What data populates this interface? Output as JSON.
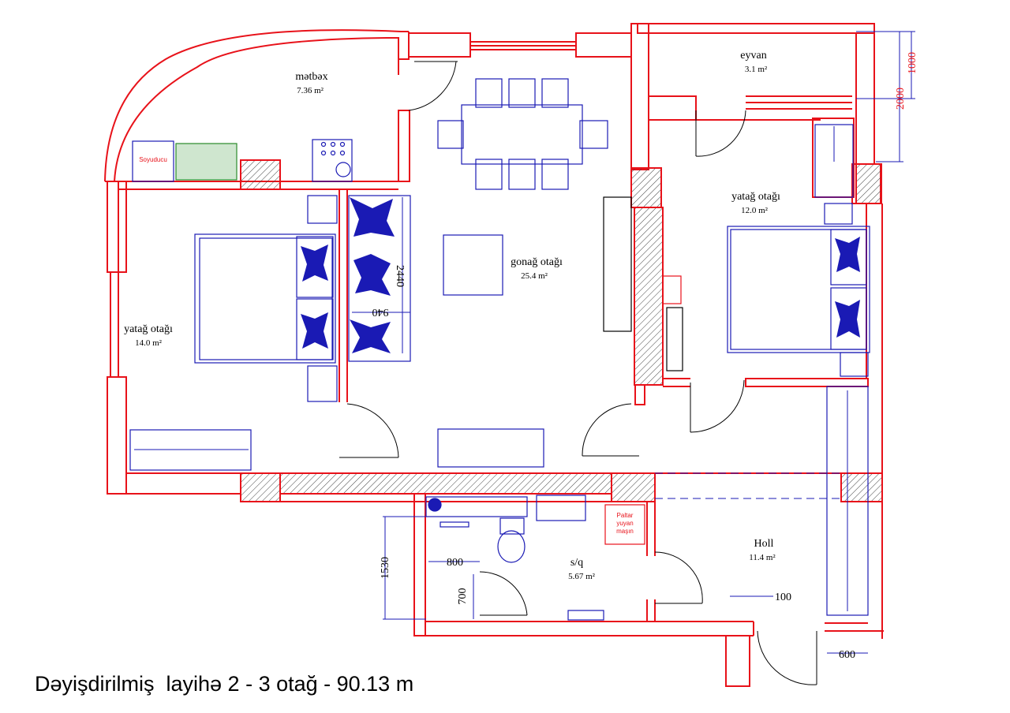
{
  "title": "Dəyişdirilmiş  layihə 2 - 3 otağ - 90.13 m",
  "rooms": {
    "kitchen": {
      "name": "mətbəx",
      "area": "7.36 m²"
    },
    "balcony": {
      "name": "eyvan",
      "area": "3.1 m²"
    },
    "bedroom_right": {
      "name": "yatağ otağı",
      "area": "12.0 m²"
    },
    "living": {
      "name": "gonağ otağı",
      "area": "25.4 m²"
    },
    "bedroom_left": {
      "name": "yatağ otağı",
      "area": "14.0 m²"
    },
    "bathroom": {
      "name": "s/q",
      "area": "5.67 m²"
    },
    "hall": {
      "name": "Holl",
      "area": "11.4 m²"
    }
  },
  "fixtures": {
    "fridge": "Soyuducu",
    "washer_line1": "Paltar",
    "washer_line2": "yuyan",
    "washer_line3": "maşın"
  },
  "dimensions": {
    "d1000": "1000",
    "d2000": "2000",
    "d2440": "2440",
    "d940": "940",
    "d1530": "1530",
    "d800": "800",
    "d700": "700",
    "d100": "100",
    "d600": "600"
  },
  "colors": {
    "wall": "#e8121a",
    "furniture": "#1a1ab4",
    "text": "#000000"
  }
}
